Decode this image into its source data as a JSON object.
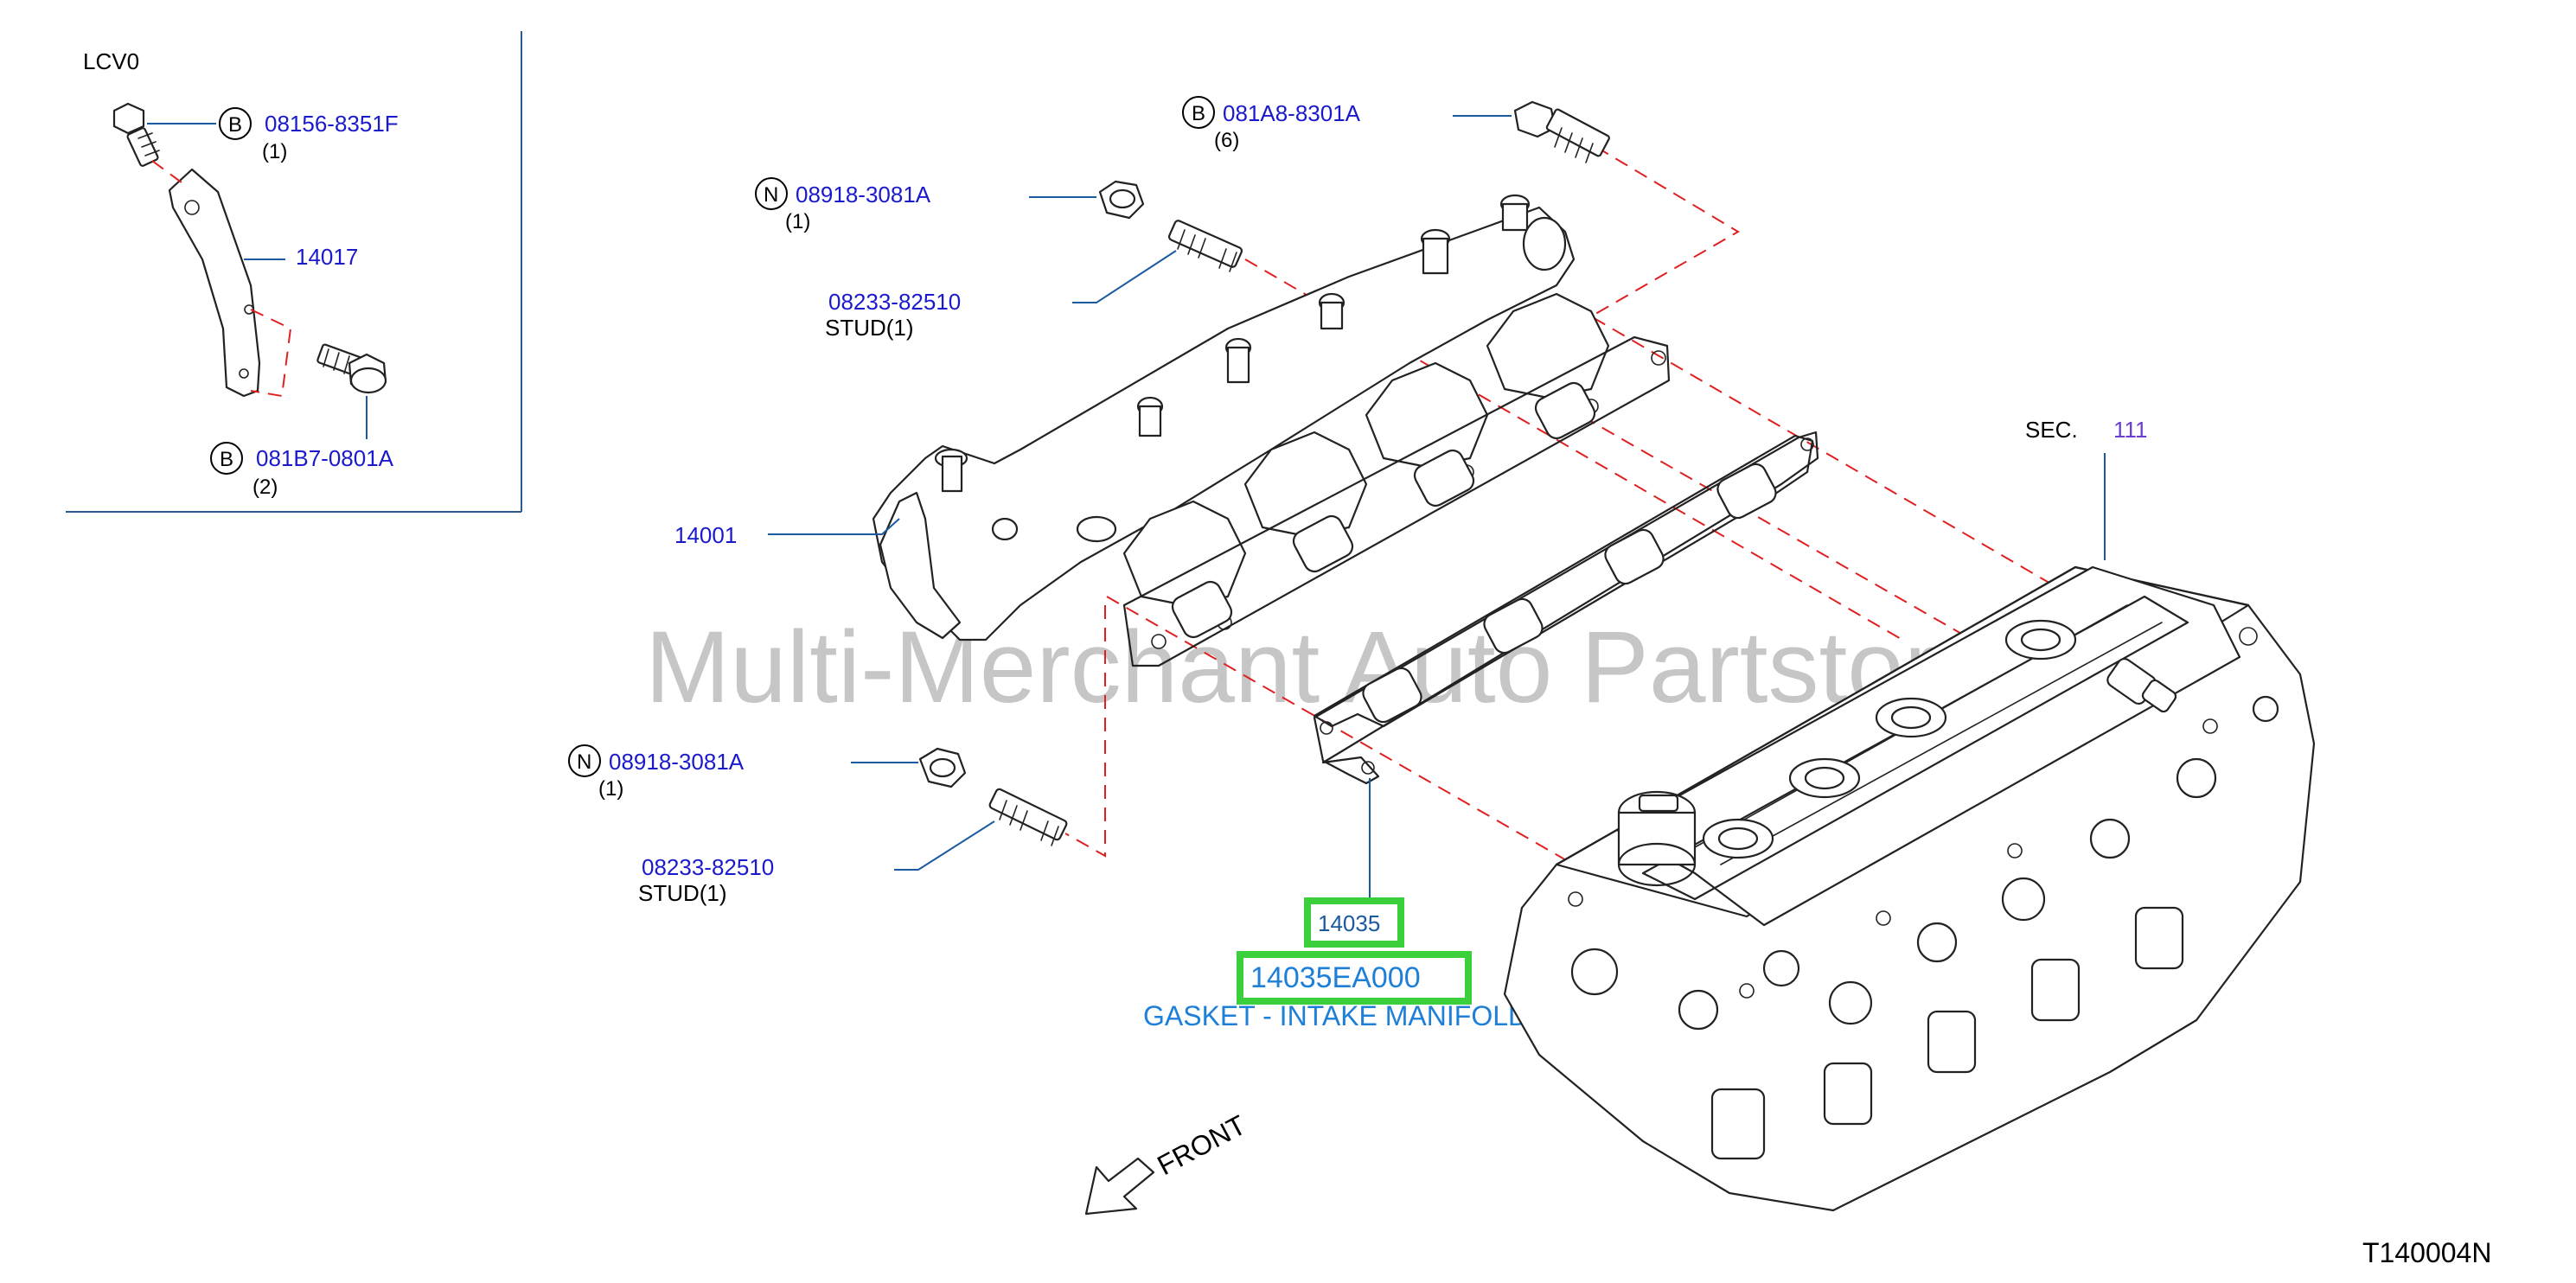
{
  "diagram": {
    "inset_title": "LCV0",
    "inset": {
      "bolt_top": {
        "tag": "B",
        "part_no": "08156-8351F",
        "qty": "(1)"
      },
      "bracket": {
        "part_no": "14017"
      },
      "bolt_bottom": {
        "tag": "B",
        "part_no": "081B7-0801A",
        "qty": "(2)"
      }
    },
    "main": {
      "bolt_top": {
        "tag": "B",
        "part_no": "081A8-8301A",
        "qty": "(6)"
      },
      "nut_upper": {
        "tag": "N",
        "part_no": "08918-3081A",
        "qty": "(1)"
      },
      "stud_upper": {
        "part_no": "08233-82510",
        "desc": "STUD(1)"
      },
      "manifold": {
        "part_no": "14001"
      },
      "section": {
        "label": "SEC.",
        "number": "111"
      },
      "nut_lower": {
        "tag": "N",
        "part_no": "08918-3081A",
        "qty": "(1)"
      },
      "stud_lower": {
        "part_no": "08233-82510",
        "desc": "STUD(1)"
      },
      "gasket": {
        "ref_no": "14035",
        "part_no": "14035EA000",
        "name": "GASKET - INTAKE MANIFOLD"
      },
      "front_label": "FRONT"
    },
    "watermark": "Multi-Merchant Auto Partstore",
    "diagram_code": "T140004N"
  },
  "colors": {
    "part_link": "#1a1acc",
    "highlight_border": "#3bd03b",
    "gasket_name": "#1e7fd8",
    "dashed_line": "#e02020",
    "leader_line": "#1a5aa0",
    "section_number": "#6a3fd0"
  }
}
